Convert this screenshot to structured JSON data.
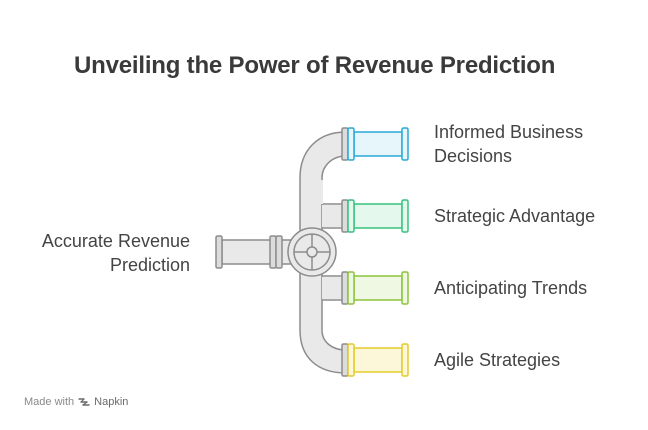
{
  "title": "Unveiling the Power of Revenue Prediction",
  "source": {
    "label": "Accurate Revenue Prediction",
    "line1": "Accurate Revenue",
    "line2": "Prediction"
  },
  "outputs": [
    {
      "line1": "Informed Business",
      "line2": "Decisions",
      "color": "#29a9d8",
      "fill": "#e6f6fb"
    },
    {
      "line1": "Strategic Advantage",
      "line2": "",
      "color": "#36c27e",
      "fill": "#e4f8ee"
    },
    {
      "line1": "Anticipating Trends",
      "line2": "",
      "color": "#8cc43a",
      "fill": "#eff8e2"
    },
    {
      "line1": "Agile Strategies",
      "line2": "",
      "color": "#e3cc2a",
      "fill": "#fcf7d9"
    }
  ],
  "footer": {
    "prefix": "Made with",
    "brand": "Napkin",
    "icon": "napkin-logo-icon"
  },
  "colors": {
    "pipe_stroke": "#8c8c8c",
    "pipe_fill": "#e9e9e9",
    "pipe_dark": "#cfcfcf"
  }
}
